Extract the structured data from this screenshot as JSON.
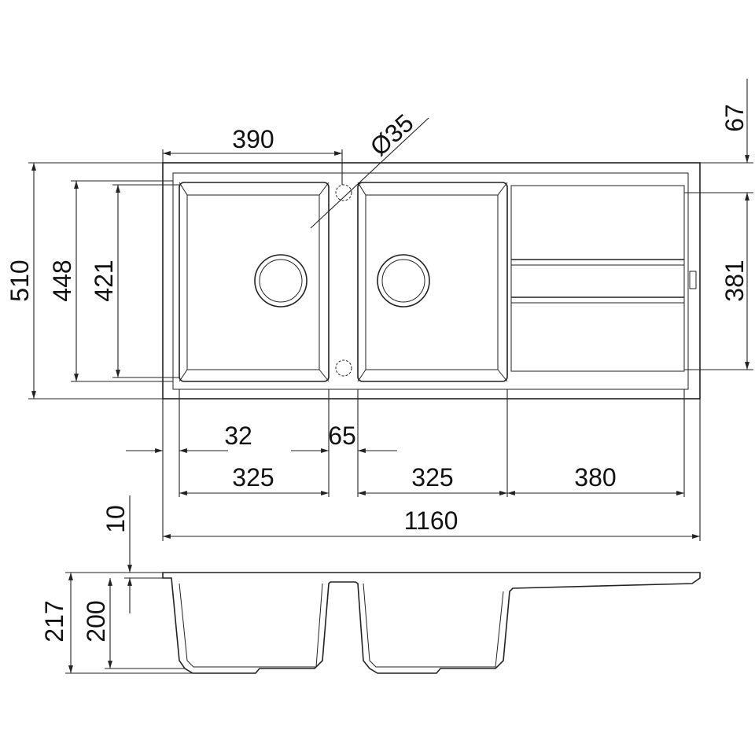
{
  "title": "Double bowl sink with drainer - dimension drawing",
  "dimensions": {
    "top_bowl_width": "390",
    "tap_hole_diameter": "Ø35",
    "right_offset": "67",
    "overall_depth": "510",
    "inner_depth": "448",
    "bowl_depth_plan": "421",
    "drainer_depth": "381",
    "edge_offset": "32",
    "bowl_gap": "65",
    "bowl1_width": "325",
    "bowl2_width": "325",
    "drainer_width": "380",
    "overall_width": "1160",
    "rim_thickness": "10",
    "total_height": "217",
    "bowl_height": "200"
  },
  "colors": {
    "line": "#222222",
    "background": "#ffffff"
  }
}
